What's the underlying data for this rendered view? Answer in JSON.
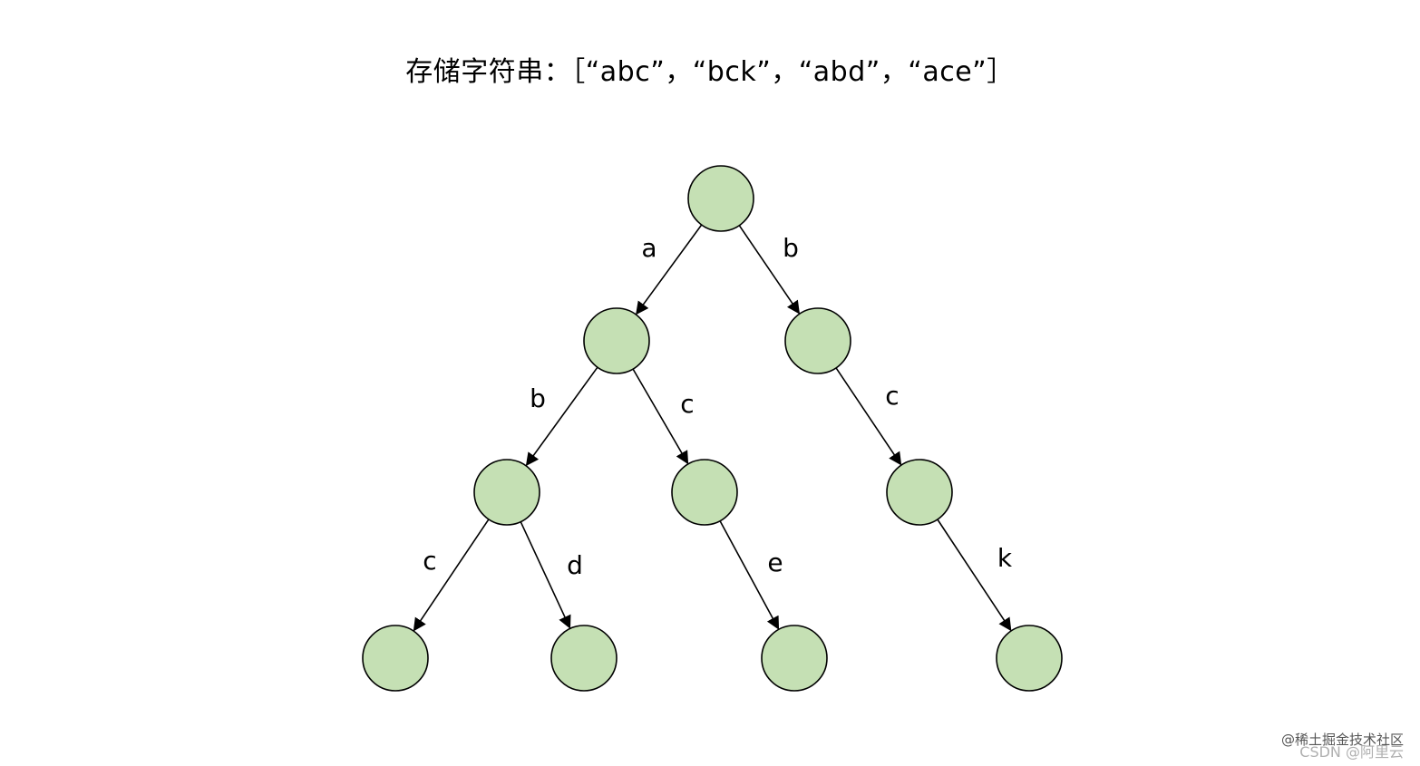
{
  "title": "存储字符串：［“abc”，“bck”，“abd”，“ace”］",
  "tree": {
    "nodes": [
      {
        "id": "root"
      },
      {
        "id": "a"
      },
      {
        "id": "b"
      },
      {
        "id": "ab"
      },
      {
        "id": "ac"
      },
      {
        "id": "bc"
      },
      {
        "id": "abc"
      },
      {
        "id": "abd"
      },
      {
        "id": "ace"
      },
      {
        "id": "bck"
      }
    ],
    "edges": [
      {
        "from": "root",
        "to": "a",
        "label": "a"
      },
      {
        "from": "root",
        "to": "b",
        "label": "b"
      },
      {
        "from": "a",
        "to": "ab",
        "label": "b"
      },
      {
        "from": "a",
        "to": "ac",
        "label": "c"
      },
      {
        "from": "b",
        "to": "bc",
        "label": "c"
      },
      {
        "from": "ab",
        "to": "abc",
        "label": "c"
      },
      {
        "from": "ab",
        "to": "abd",
        "label": "d"
      },
      {
        "from": "ac",
        "to": "ace",
        "label": "e"
      },
      {
        "from": "bc",
        "to": "bck",
        "label": "k"
      }
    ]
  },
  "colors": {
    "node_fill": "#c5e0b4",
    "stroke": "#000000"
  },
  "watermark": {
    "top": "@稀土掘金技术社区",
    "bottom": "CSDN @阿里云"
  }
}
